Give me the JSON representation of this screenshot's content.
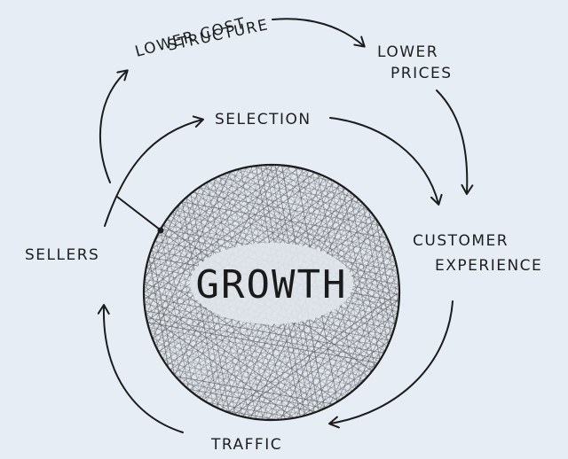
{
  "diagram": {
    "center": "GROWTH",
    "nodes": {
      "lower_cost_line1": "LOWER COST",
      "lower_cost_line2": "STRUCTURE",
      "lower_prices_line1": "LOWER",
      "lower_prices_line2": "PRICES",
      "selection": "SELECTION",
      "customer_line1": "CUSTOMER",
      "customer_line2": "EXPERIENCE",
      "sellers": "SELLERS",
      "traffic": "TRAFFIC"
    }
  },
  "colors": {
    "background": "#e6edf5",
    "ink": "#1c1c1c",
    "hatch": "#555555"
  }
}
